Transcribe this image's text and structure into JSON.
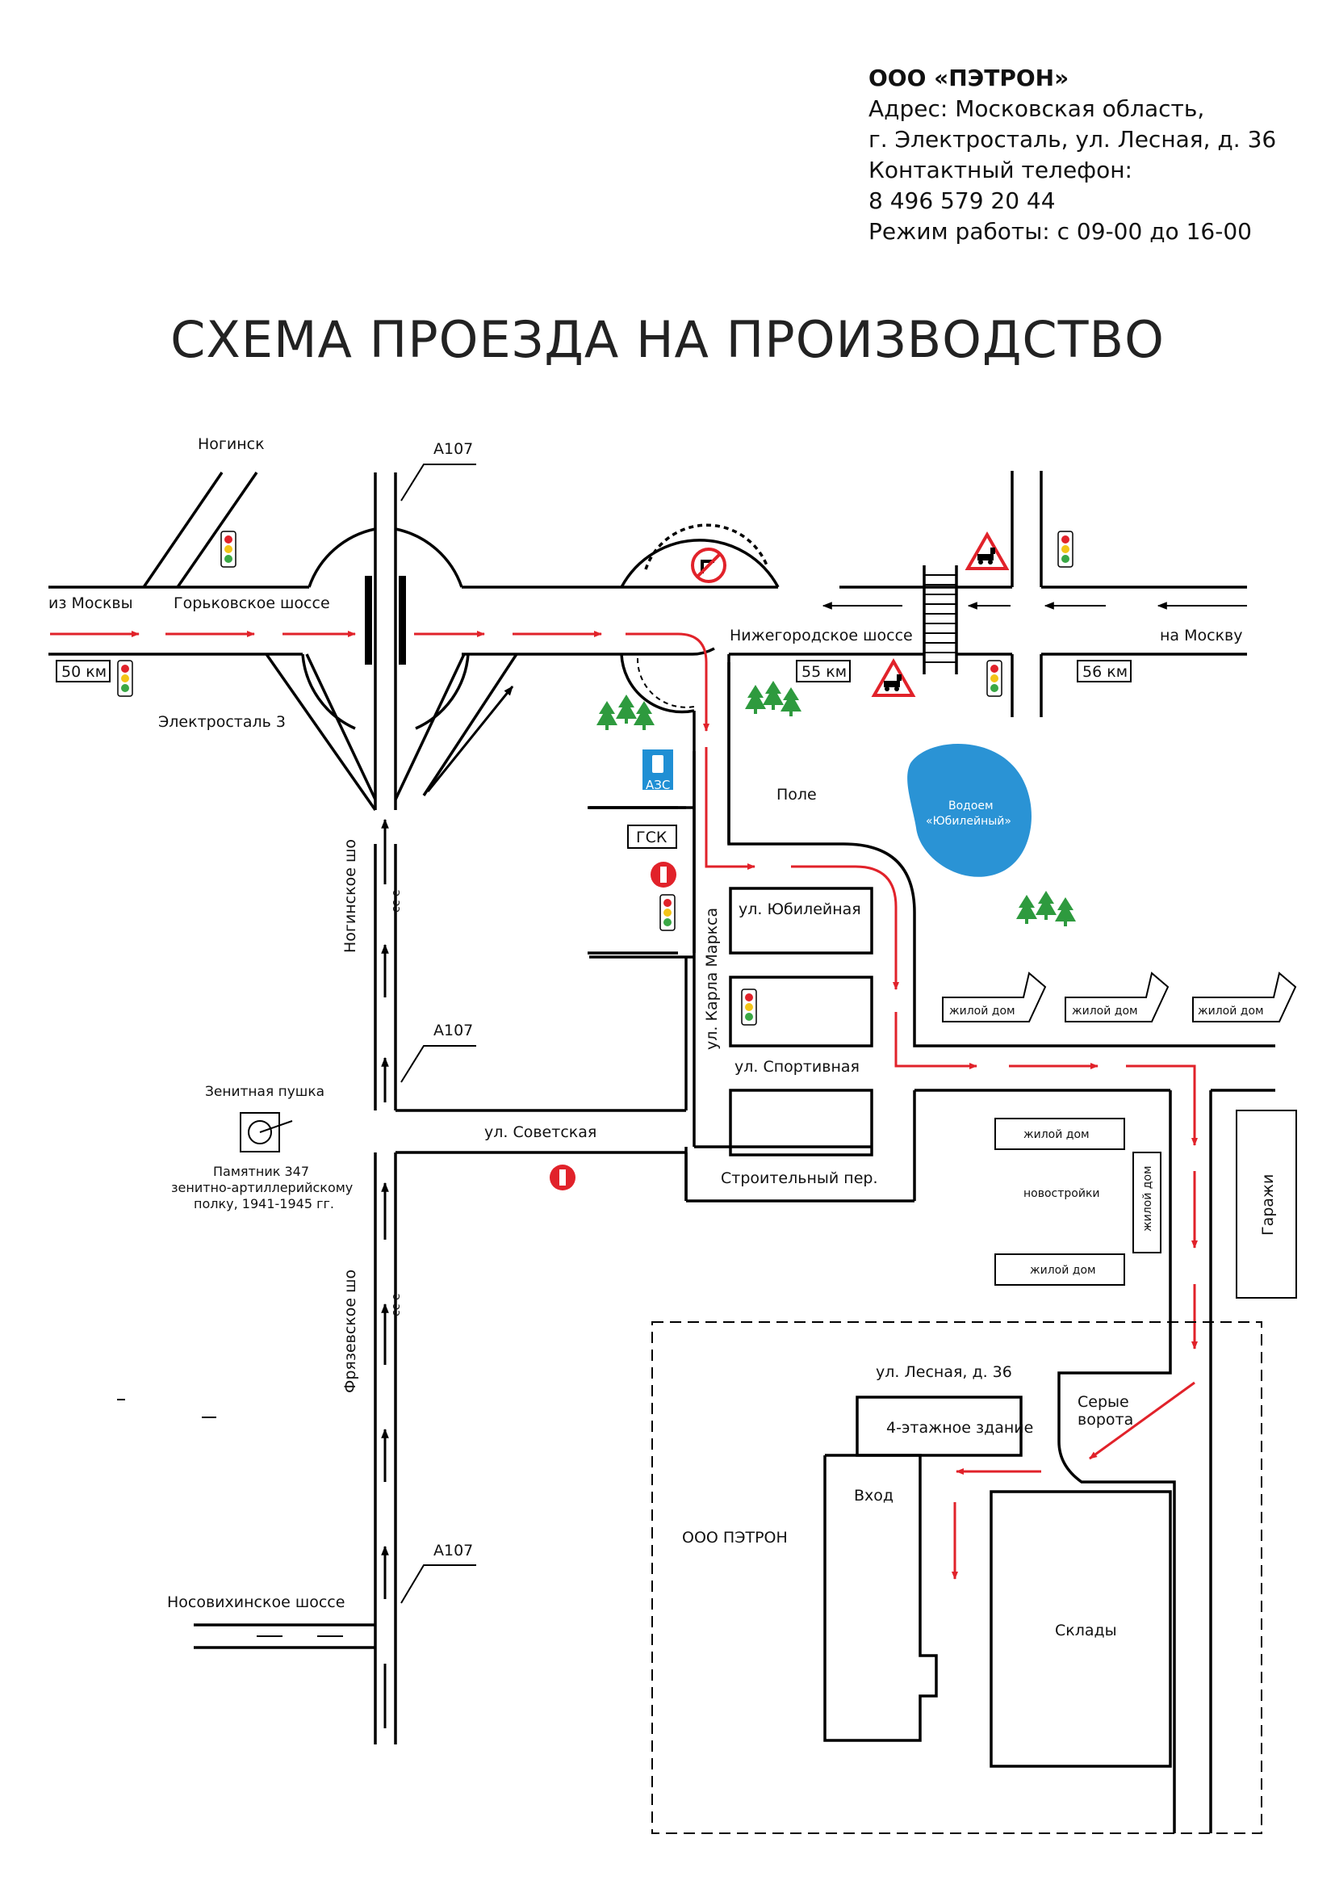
{
  "company": {
    "name": "ООО «ПЭТРОН»",
    "address_line1": "Адрес: Московская область,",
    "address_line2": "г. Электросталь, ул. Лесная, д. 36",
    "phone_label": "Контактный телефон:",
    "phone": "8 496 579 20 44",
    "hours": "Режим работы: с 09-00 до 16-00"
  },
  "title": "СХЕМА ПРОЕЗДА НА ПРОИЗВОДСТВО",
  "map": {
    "labels": {
      "noginsk": "Ногинск",
      "a107_top": "А107",
      "a107_mid": "А107",
      "a107_bot": "А107",
      "from_moscow": "из Москвы",
      "gorkovskoe": "Горьковское шоссе",
      "elektrostal3": "Электросталь 3",
      "nizhegorodskoe": "Нижегородское шоссе",
      "to_moscow": "на Москву",
      "km50": "50 км",
      "km55": "55 км",
      "km56": "56 км",
      "field": "Поле",
      "reservoir_line1": "Водоем",
      "reservoir_line2": "«Юбилейный»",
      "azs": "АЗС",
      "gsk": "ГСК",
      "yubileynaya": "ул. Юбилейная",
      "karla_marksa": "ул. Карла Маркса",
      "sportivnaya": "ул. Спортивная",
      "sovetskaya": "ул. Советская",
      "stroitelny": "Строительный пер.",
      "noginskoe_sho": "Ногинское шо",
      "fryazevskoe_sho": "Фрязевское шо",
      "sse": "сс е",
      "zenith_gun": "Зенитная пушка",
      "monument_line1": "Памятник 347",
      "monument_line2": "зенитно-артиллерийскому",
      "monument_line3": "полку, 1941-1945 гг.",
      "house1": "жилой дом",
      "house2": "жилой дом",
      "house3": "жилой дом",
      "house4": "жилой дом",
      "house5": "жилой дом",
      "house6": "жилой дом",
      "novostroyki": "новостройки",
      "garages": "Гаражи",
      "lesnaya36": "ул. Лесная, д. 36",
      "grey_gates_line1": "Серые",
      "grey_gates_line2": "ворота",
      "building4": "4-этажное здание",
      "entrance": "Вход",
      "petron": "ООО ПЭТРОН",
      "warehouses": "Склады",
      "nosovikhinskoe": "Носовихинское шоссе"
    },
    "colors": {
      "route": "#e1222a",
      "reservoir": "#2a93d5",
      "trees": "#2e9a3e",
      "azs_sign": "#1f8fd4"
    }
  }
}
